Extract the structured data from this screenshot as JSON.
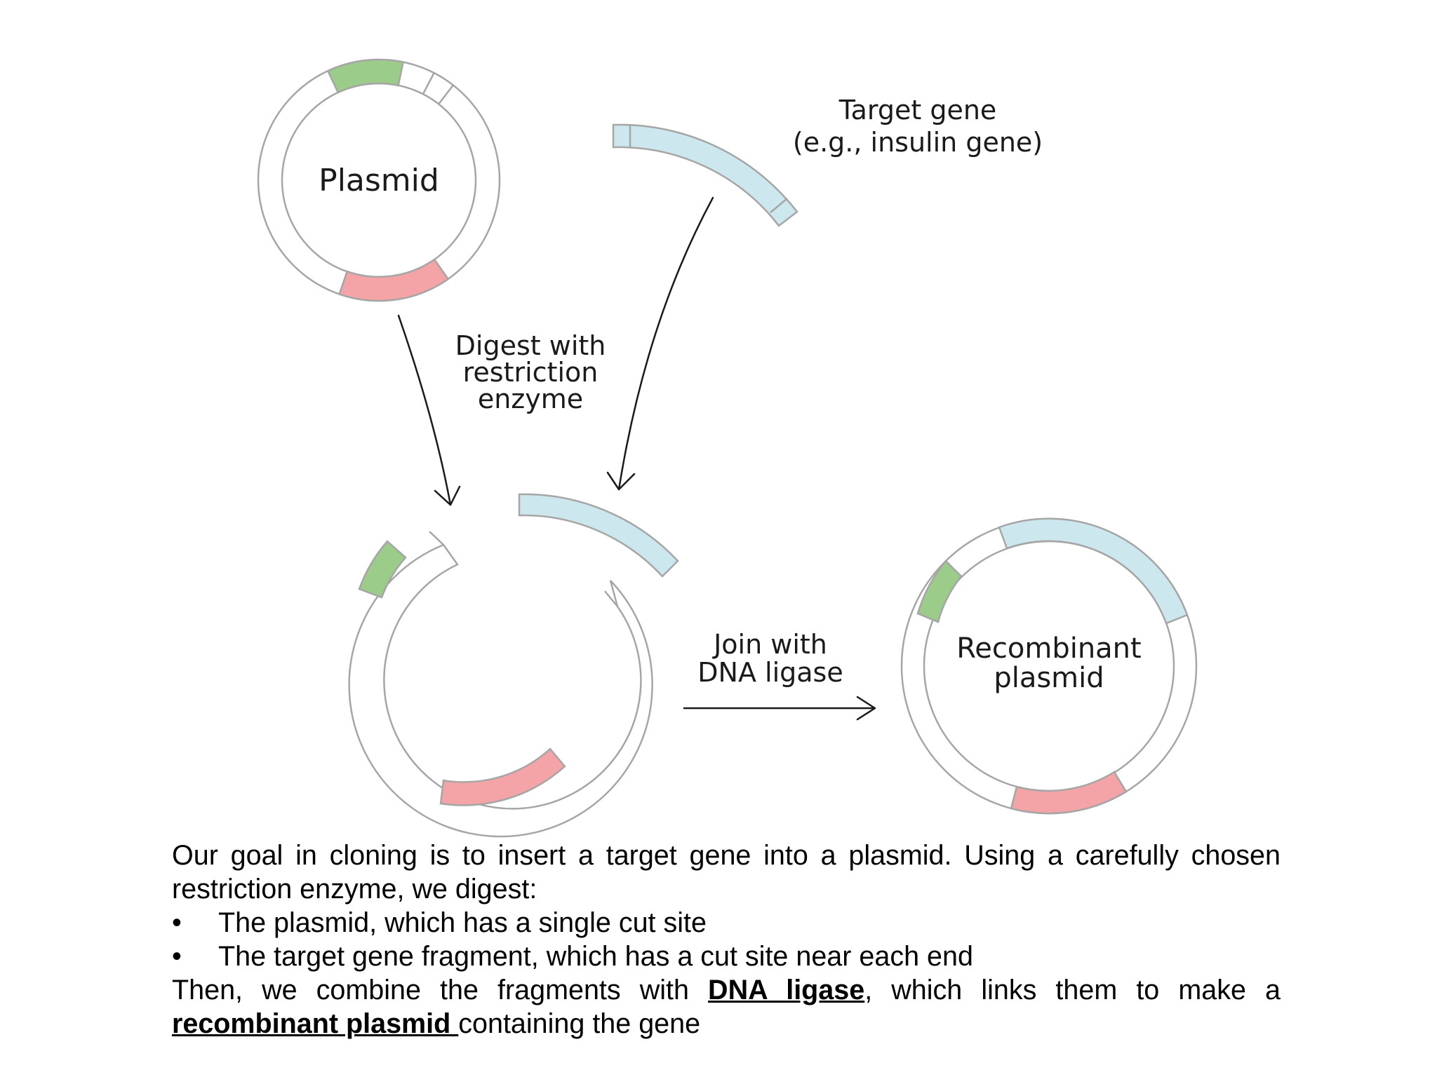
{
  "diagram": {
    "labels": {
      "plasmid": "Plasmid",
      "target_gene_line1": "Target gene",
      "target_gene_line2": "(e.g., insulin gene)",
      "digest_line1": "Digest with",
      "digest_line2": "restriction",
      "digest_line3": "enzyme",
      "join_line1": "Join with",
      "join_line2": "DNA ligase",
      "recombinant_line1": "Recombinant",
      "recombinant_line2": "plasmid"
    },
    "colors": {
      "ring_outline": "#a6a6a6",
      "marker_green": "#9ccc8a",
      "marker_red": "#f4a3a6",
      "gene_blue": "#cde7ef",
      "arrow": "#1a1a1a"
    }
  },
  "caption": {
    "para1": "Our goal in cloning is to insert a target gene into a plasmid. Using a carefully chosen restriction enzyme, we digest:",
    "bullet_symbol": "•",
    "bullet1": "The plasmid, which has a single cut site",
    "bullet2": "The target gene fragment, which has a cut site near each end",
    "para2_part1": "Then, we combine the fragments with ",
    "term_ligase": "DNA ligase",
    "para2_part2": ", which links them to make a",
    "term_recombinant": "recombinant plasmid ",
    "para2_part3": "containing the gene"
  }
}
